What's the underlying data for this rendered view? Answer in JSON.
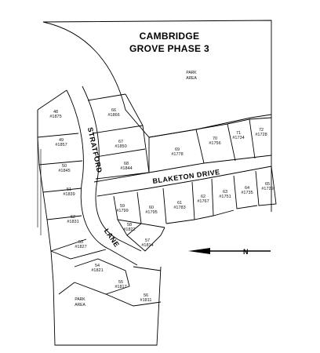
{
  "title": {
    "line1": "CAMBRIDGE",
    "line2": "GROVE PHASE 3"
  },
  "streets": {
    "stratford": "STRATFORD",
    "blaketon": "BLAKETON DRIVE",
    "lane": "LANE"
  },
  "park_areas": [
    {
      "line1": "PARK",
      "line2": "AREA"
    },
    {
      "line1": "PARK",
      "line2": "AREA"
    }
  ],
  "north_arrow": {
    "letters": "N"
  },
  "lots": [
    {
      "lot": "48",
      "addr": "#1875"
    },
    {
      "lot": "49",
      "addr": "#1857"
    },
    {
      "lot": "50",
      "addr": "#1845"
    },
    {
      "lot": "51",
      "addr": "#1839"
    },
    {
      "lot": "52",
      "addr": "#1831"
    },
    {
      "lot": "53",
      "addr": "#1827"
    },
    {
      "lot": "54",
      "addr": "#1821"
    },
    {
      "lot": "55",
      "addr": "#1817"
    },
    {
      "lot": "56",
      "addr": "#1811"
    },
    {
      "lot": "57",
      "addr": "#1814"
    },
    {
      "lot": "58",
      "addr": "#1822"
    },
    {
      "lot": "59",
      "addr": "#1799"
    },
    {
      "lot": "60",
      "addr": "#1795"
    },
    {
      "lot": "61",
      "addr": "#1783"
    },
    {
      "lot": "62",
      "addr": "#1767"
    },
    {
      "lot": "63",
      "addr": "#1751"
    },
    {
      "lot": "64",
      "addr": "#1735"
    },
    {
      "lot": "65",
      "addr": "#1729"
    },
    {
      "lot": "66",
      "addr": "#1866"
    },
    {
      "lot": "67",
      "addr": "#1850"
    },
    {
      "lot": "68",
      "addr": "#1844"
    },
    {
      "lot": "69",
      "addr": "#1778"
    },
    {
      "lot": "70",
      "addr": "#1756"
    },
    {
      "lot": "71",
      "addr": "#1734"
    },
    {
      "lot": "72",
      "addr": "#1728"
    }
  ]
}
